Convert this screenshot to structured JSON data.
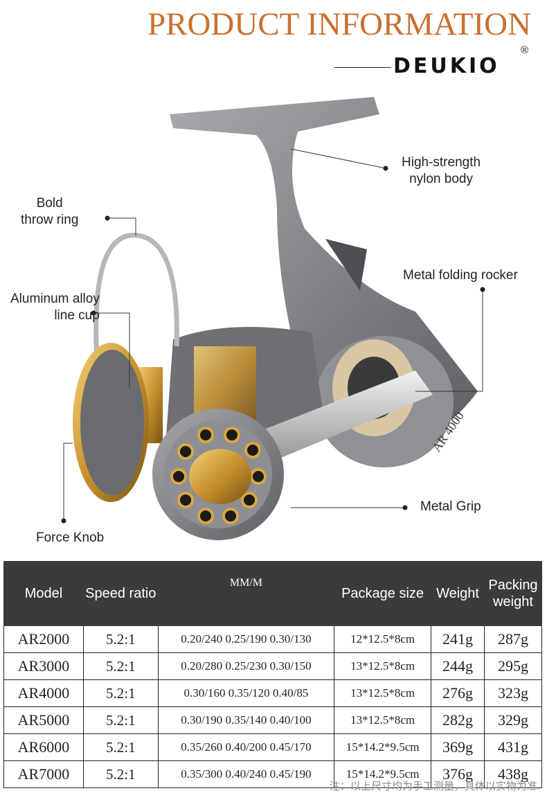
{
  "header": {
    "title": "PRODUCT INFORMATION",
    "brand": "DEUKIO",
    "registered_mark": "®"
  },
  "callouts": {
    "body": "High-strength\nnylon body",
    "throw_ring": "Bold\nthrow ring",
    "rocker": "Metal folding rocker",
    "line_cup": "Aluminum alloy\nline cup",
    "grip": "Metal Grip",
    "knob": "Force Knob"
  },
  "reel_label": "AR 4000",
  "table": {
    "headers": [
      "Model",
      "Speed ratio",
      "MM/M",
      "Package size",
      "Weight",
      "Packing weight"
    ],
    "rows": [
      [
        "AR2000",
        "5.2:1",
        "0.20/240 0.25/190 0.30/130",
        "12*12.5*8cm",
        "241g",
        "287g"
      ],
      [
        "AR3000",
        "5.2:1",
        "0.20/280 0.25/230 0.30/150",
        "13*12.5*8cm",
        "244g",
        "295g"
      ],
      [
        "AR4000",
        "5.2:1",
        "0.30/160 0.35/120 0.40/85",
        "13*12.5*8cm",
        "276g",
        "323g"
      ],
      [
        "AR5000",
        "5.2:1",
        "0.30/190 0.35/140 0.40/100",
        "13*12.5*8cm",
        "282g",
        "329g"
      ],
      [
        "AR6000",
        "5.2:1",
        "0.35/260 0.40/200 0.45/170",
        "15*14.2*9.5cm",
        "369g",
        "431g"
      ],
      [
        "AR7000",
        "5.2:1",
        "0.35/300 0.40/240 0.45/190",
        "15*14.2*9.5cm",
        "376g",
        "438g"
      ]
    ]
  },
  "note": "注：以上尺寸均为手工测量，具体以实物为准."
}
